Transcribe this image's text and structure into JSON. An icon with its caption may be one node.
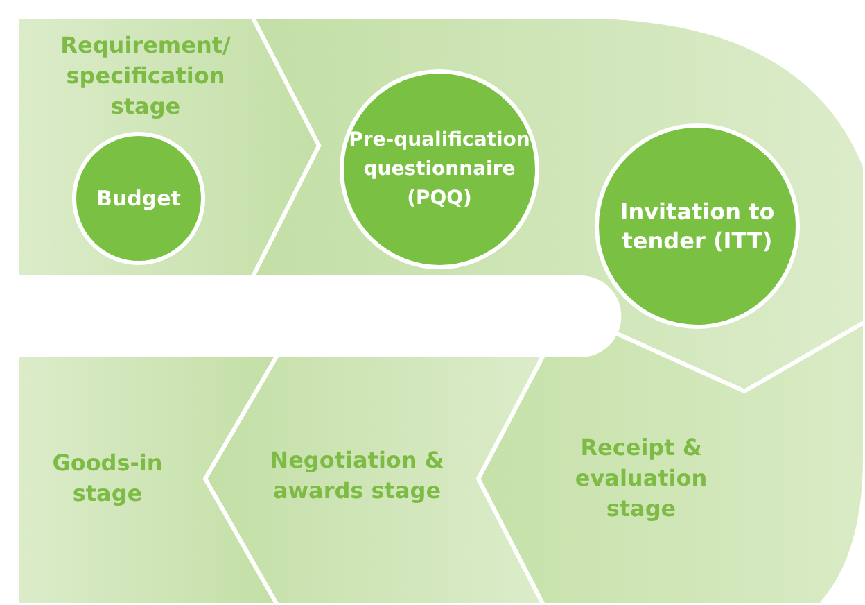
{
  "diagram": {
    "nodes": [
      {
        "text": [
          "Requirement/ specification stage"
        ]
      },
      {
        "text": [
          "Budget"
        ],
        "in": 0
      },
      {
        "text": [],
        "shape": "box"
      },
      {
        "text": [
          "Pre-qualification questionnaire (PQQ)"
        ],
        "in": 2
      },
      {
        "text": [
          "Invitation to tender (ITT)"
        ],
        "in": 2
      },
      {
        "text": [
          "Goods-in stage"
        ]
      },
      {
        "text": [
          "Negotiation & awards stage"
        ]
      },
      {
        "text": [
          "Receipt & evaluation stage"
        ]
      }
    ]
  }
}
